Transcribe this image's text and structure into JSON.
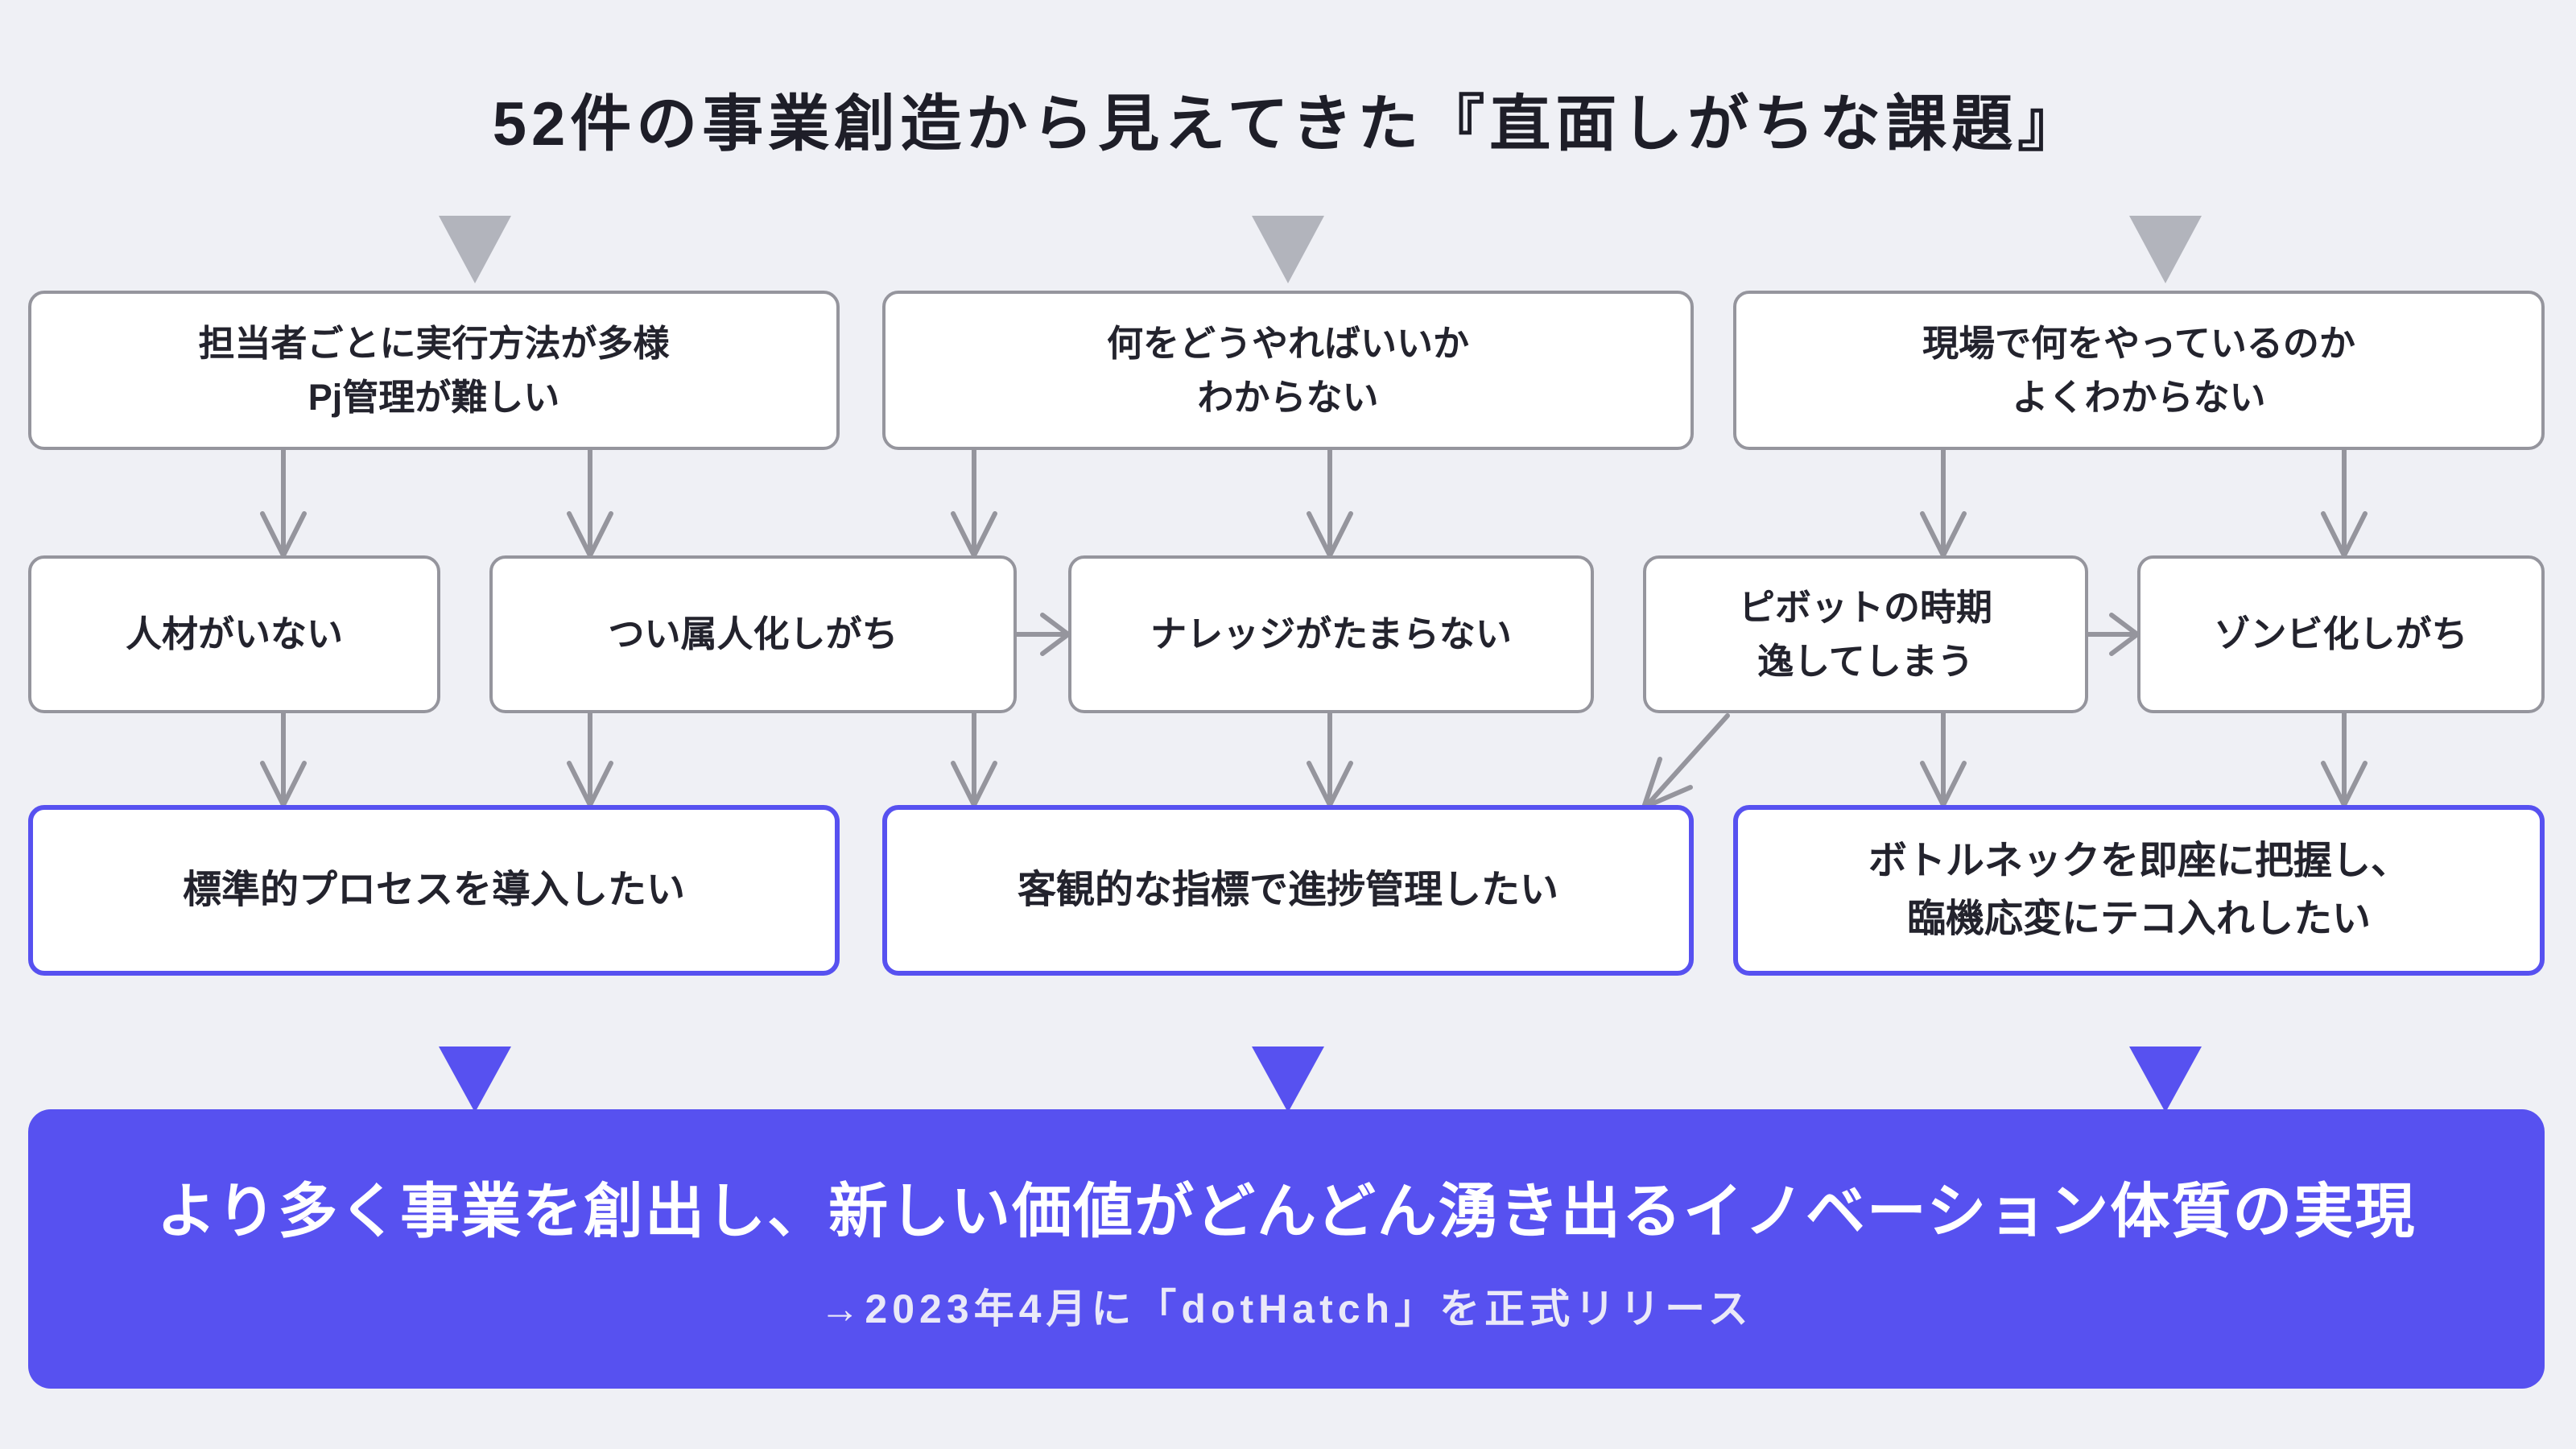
{
  "title": "52件の事業創造から見えてきた『直面しがちな課題』",
  "colors": {
    "background": "#eff0f5",
    "box_background": "#ffffff",
    "box_border_gray": "#95959d",
    "arrow_gray": "#95959d",
    "triangle_gray": "#b2b4bc",
    "accent_blue": "#5751f0",
    "text_dark": "#23232d",
    "banner_text": "#ffffff"
  },
  "flow": {
    "row1": [
      {
        "label": "担当者ごとに実行方法が多様\nPj管理が難しい"
      },
      {
        "label": "何をどうやればいいか\nわからない"
      },
      {
        "label": "現場で何をやっているのか\nよくわからない"
      }
    ],
    "row2": [
      {
        "label": "人材がいない"
      },
      {
        "label": "つい属人化しがち"
      },
      {
        "label": "ナレッジがたまらない"
      },
      {
        "label": "ピボットの時期\n逸してしまう"
      },
      {
        "label": "ゾンビ化しがち"
      }
    ],
    "row3": [
      {
        "label": "標準的プロセスを導入したい"
      },
      {
        "label": "客観的な指標で進捗管理したい"
      },
      {
        "label": "ボトルネックを即座に把握し、\n臨機応変にテコ入れしたい"
      }
    ]
  },
  "banner": {
    "headline": "より多く事業を創出し、新しい価値がどんどん湧き出るイノベーション体質の実現",
    "subline": "→2023年4月に「dotHatch」を正式リリース"
  }
}
